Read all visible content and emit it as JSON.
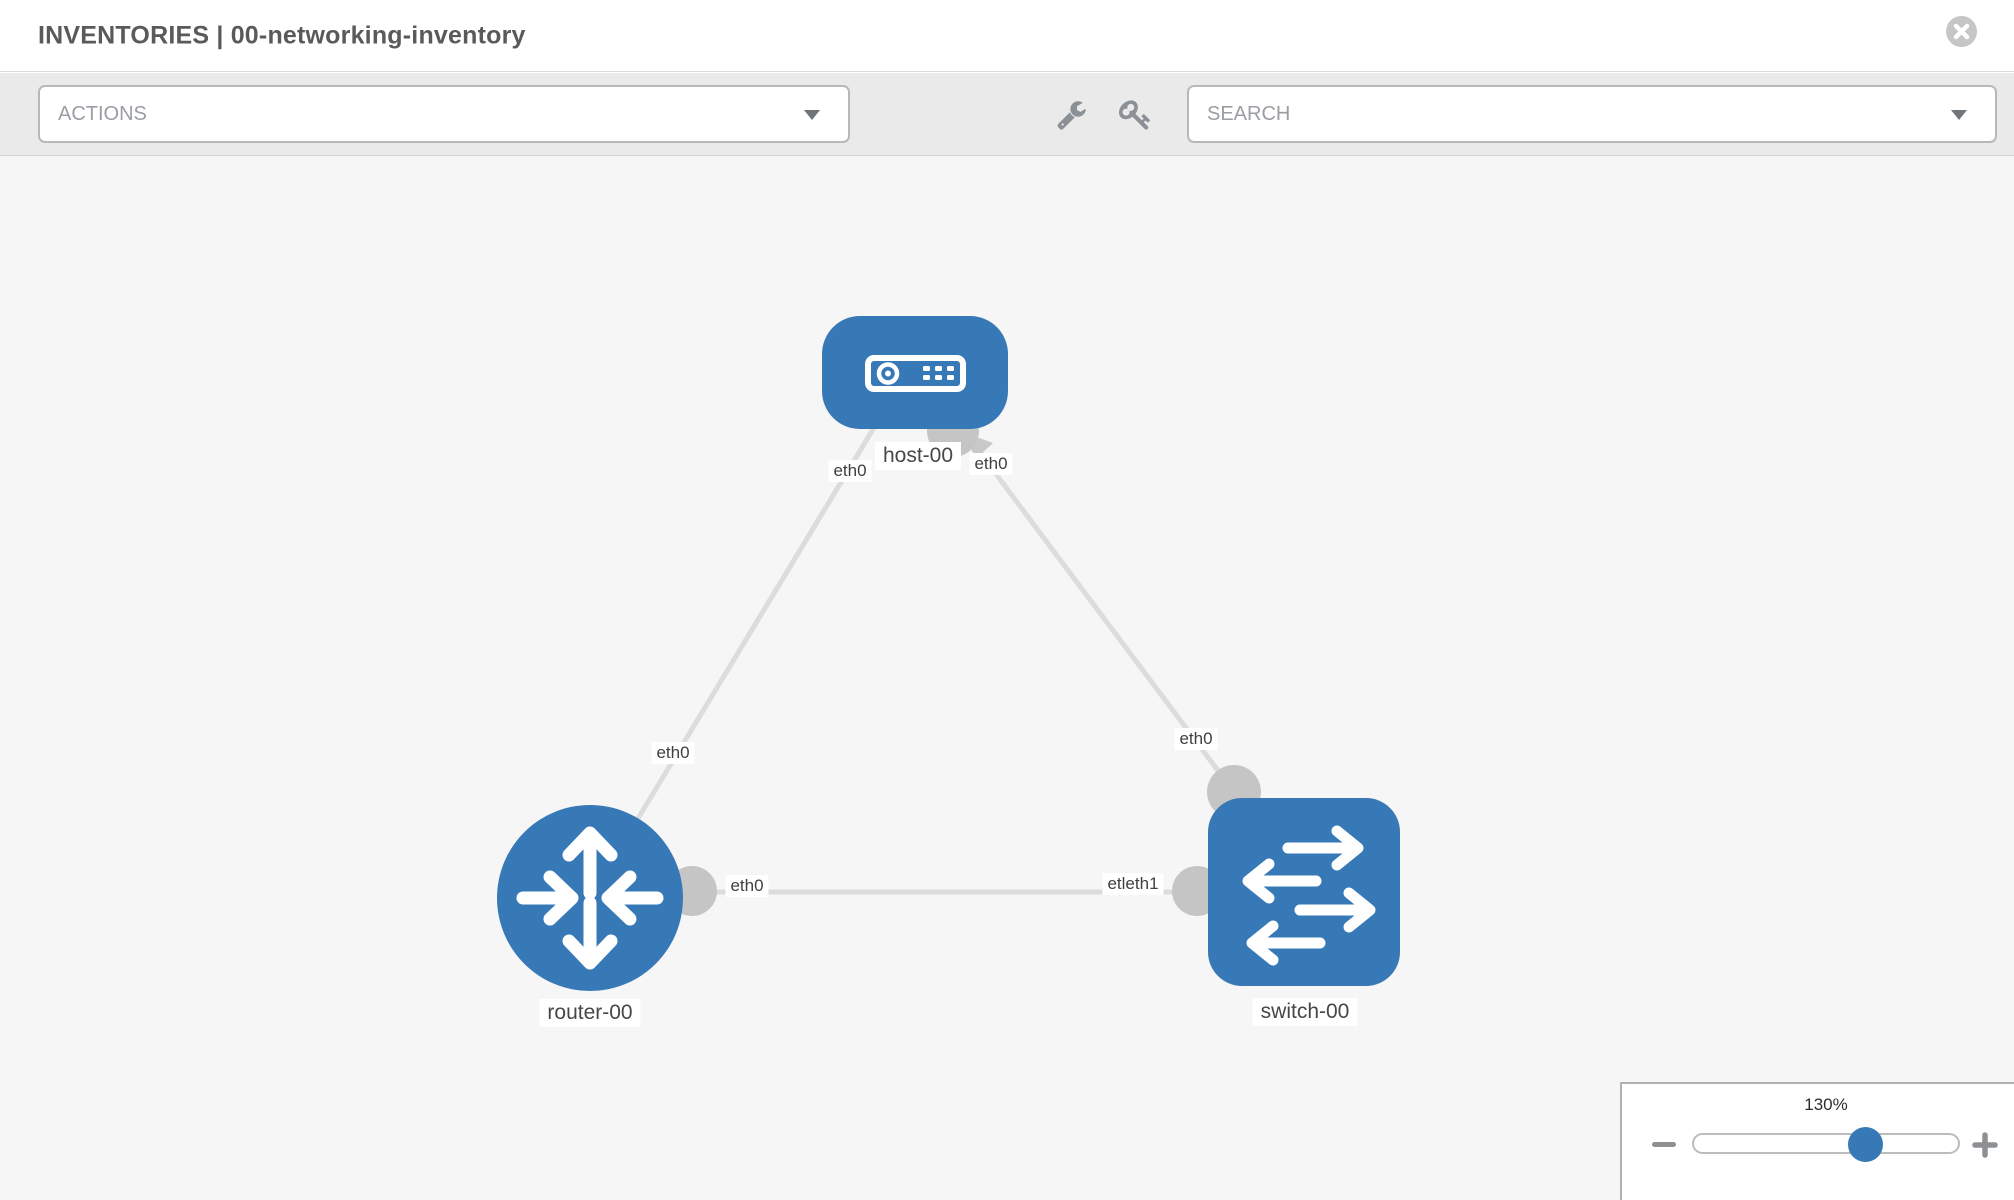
{
  "header": {
    "title": "INVENTORIES | 00-networking-inventory"
  },
  "toolbar": {
    "actions_label": "ACTIONS",
    "search_label": "SEARCH",
    "icons": [
      "wrench-icon",
      "key-icon"
    ]
  },
  "topology": {
    "nodes": {
      "host": {
        "label": "host-00",
        "type": "host"
      },
      "router": {
        "label": "router-00",
        "type": "router"
      },
      "switch": {
        "label": "switch-00",
        "type": "switch"
      }
    },
    "interfaces": {
      "host_left": "eth0",
      "host_right": "eth0",
      "host_router_mid": "eth0",
      "router_right": "eth0",
      "switch_left_overlapped": "etleth1",
      "switch_top": "eth0"
    },
    "links": [
      {
        "from": "host-00",
        "to": "router-00"
      },
      {
        "from": "host-00",
        "to": "switch-00"
      },
      {
        "from": "router-00",
        "to": "switch-00"
      }
    ]
  },
  "zoom_control": {
    "value": "130%",
    "slider_percent": 64.5
  },
  "colors": {
    "node_fill": "#3779b7",
    "link_stroke": "#dcdcdc",
    "interface_fill": "#c5c5c5",
    "canvas_bg": "#f6f6f6",
    "toolbar_bg": "#eaeaea"
  }
}
